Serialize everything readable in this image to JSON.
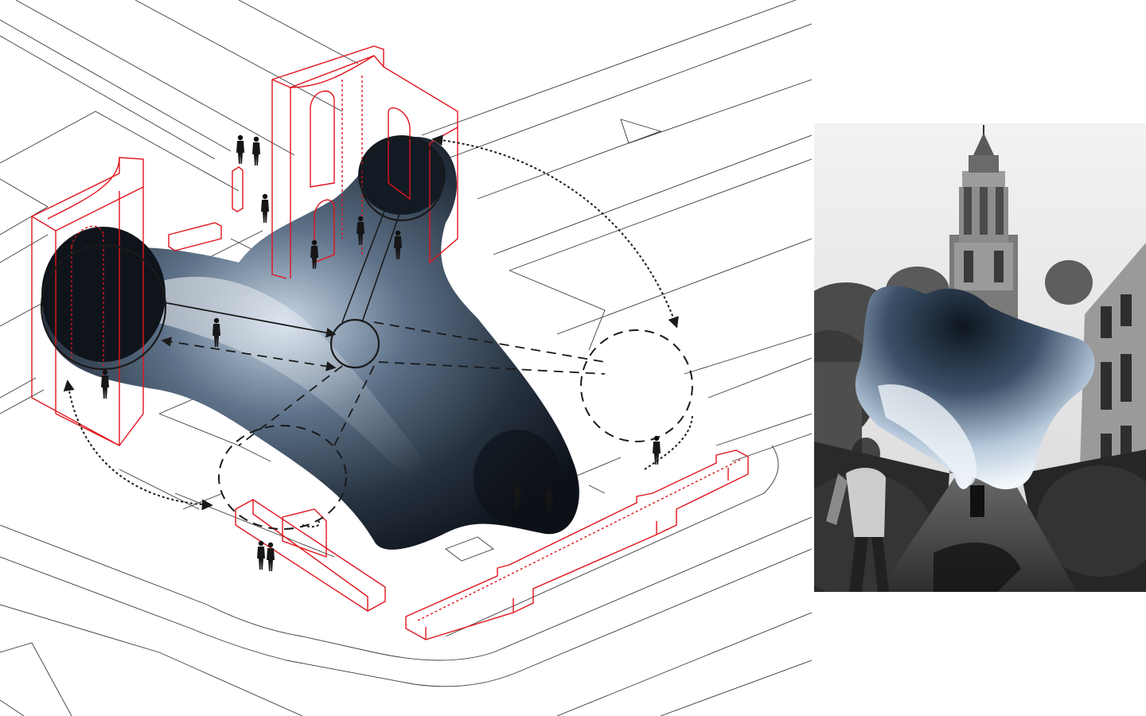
{
  "colors": {
    "background": "#ffffff",
    "street_lines": "#3a3a3a",
    "existing_structure": "#e0141c",
    "canopy_dark": "#0e1620",
    "canopy_light": "#c9d8e8",
    "circulation_path": "#1a1a1a",
    "photo_sky": "#e9e9e9"
  },
  "panels": {
    "axonometric": {
      "kind": "isometric site diagram with canopy and circulation paths"
    },
    "photo": {
      "kind": "photomontage of canopy in churchyard garden"
    }
  },
  "icons": [
    "person-figure",
    "circulation-arrow",
    "node-circle"
  ]
}
